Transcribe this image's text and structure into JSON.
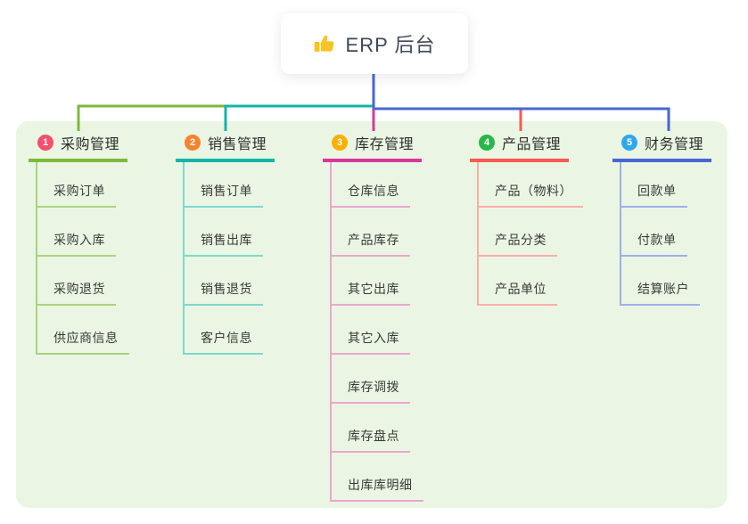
{
  "root": {
    "label": "ERP 后台",
    "icon": "thumbs-up-icon"
  },
  "colors": {
    "canvas_bg": "#FFFFFF",
    "panel_bg": "#EAF6E3",
    "stem": "#4766D4"
  },
  "branches": [
    {
      "index": "1",
      "title": "采购管理",
      "badge_color": "#F2506E",
      "line_color": "#7CB93E",
      "light_color": "#A9D37F",
      "children": [
        "采购订单",
        "采购入库",
        "采购退货",
        "供应商信息"
      ]
    },
    {
      "index": "2",
      "title": "销售管理",
      "badge_color": "#F5832D",
      "line_color": "#12B5A8",
      "light_color": "#7FD8CE",
      "children": [
        "销售订单",
        "销售出库",
        "销售退货",
        "客户信息"
      ]
    },
    {
      "index": "3",
      "title": "库存管理",
      "badge_color": "#FCAE03",
      "line_color": "#D8379E",
      "light_color": "#EBA6D0",
      "children": [
        "仓库信息",
        "产品库存",
        "其它出库",
        "其它入库",
        "库存调拨",
        "库存盘点",
        "出库库明细"
      ]
    },
    {
      "index": "4",
      "title": "产品管理",
      "badge_color": "#2AB64A",
      "line_color": "#F85B52",
      "light_color": "#FBADA8",
      "children": [
        "产品（物料）",
        "产品分类",
        "产品单位"
      ]
    },
    {
      "index": "5",
      "title": "财务管理",
      "badge_color": "#2FA7EA",
      "line_color": "#4766D4",
      "light_color": "#9DB0E8",
      "children": [
        "回款单",
        "付款单",
        "结算账户"
      ]
    }
  ]
}
